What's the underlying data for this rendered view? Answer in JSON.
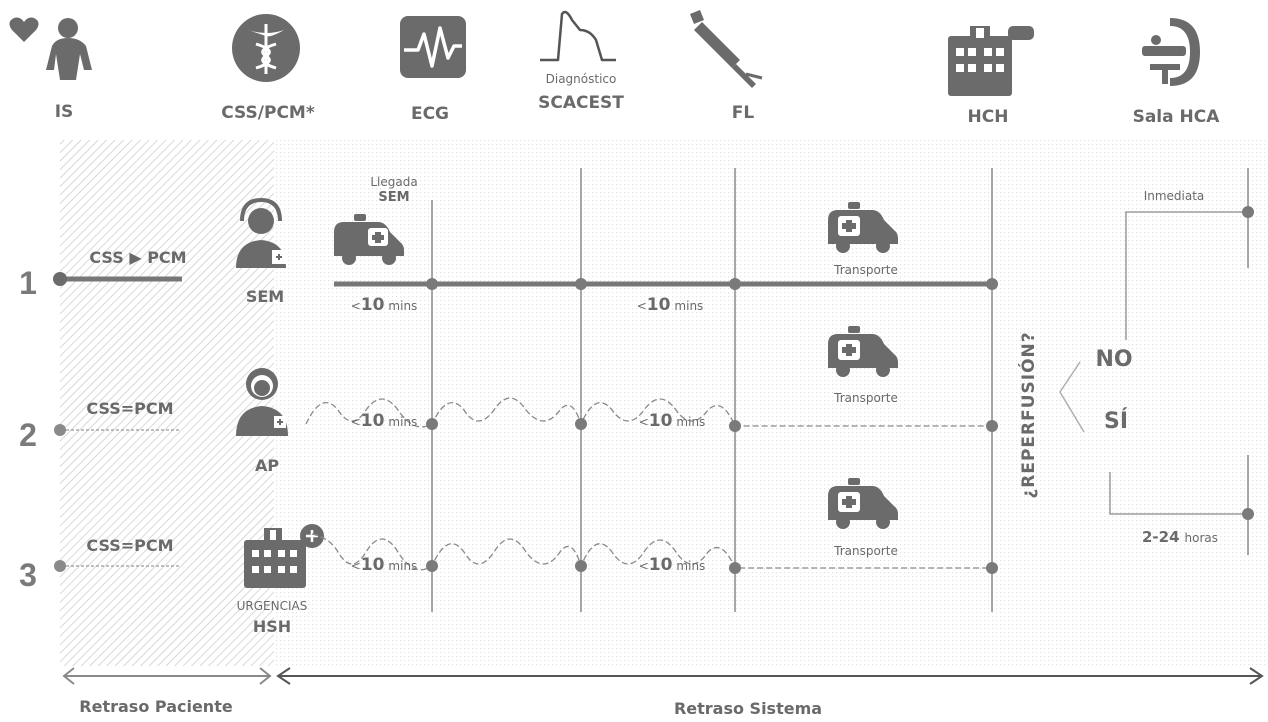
{
  "header": {
    "is": "IS",
    "css_pcm": "CSS/PCM*",
    "ecg": "ECG",
    "diag_small": "Diagnóstico",
    "diag_big": "SCACEST",
    "fl": "FL",
    "hch": "HCH",
    "sala_hca": "Sala HCA"
  },
  "rows": [
    {
      "num": "1",
      "contact": "CSS ▶ PCM",
      "actor": "SEM",
      "arrival_small": "Llegada",
      "arrival_big": "SEM",
      "transport": "Transporte"
    },
    {
      "num": "2",
      "contact": "CSS=PCM",
      "actor": "AP",
      "transport": "Transporte"
    },
    {
      "num": "3",
      "contact": "CSS=PCM",
      "actor": "HSH",
      "actor_small": "URGENCIAS",
      "transport": "Transporte"
    }
  ],
  "durations": {
    "prefix": "<",
    "value": "10",
    "unit": "mins"
  },
  "reperfusion": {
    "question": "¿REPERFUSIÓN?",
    "no": "NO",
    "si": "SÍ",
    "immediate": "Inmediata",
    "delay_value": "2-24",
    "delay_unit": "horas"
  },
  "footer": {
    "patient_delay": "Retraso Paciente",
    "system_delay": "Retraso Sistema"
  }
}
